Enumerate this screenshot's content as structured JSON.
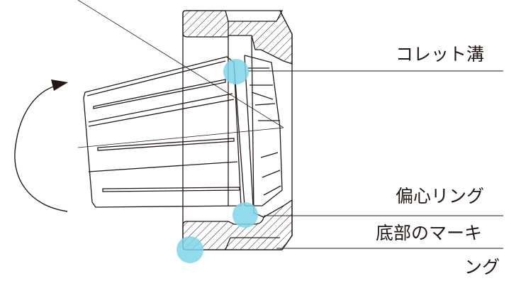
{
  "labels": {
    "collet_groove": "コレット溝",
    "eccentric_ring": "偏心リング",
    "bottom_marking_line1": "底部のマーキ",
    "bottom_marking_line2": "ング"
  },
  "colors": {
    "line": "#231815",
    "highlight": "#7fd3ea"
  },
  "icons": [
    "rotation-arrow-icon"
  ]
}
